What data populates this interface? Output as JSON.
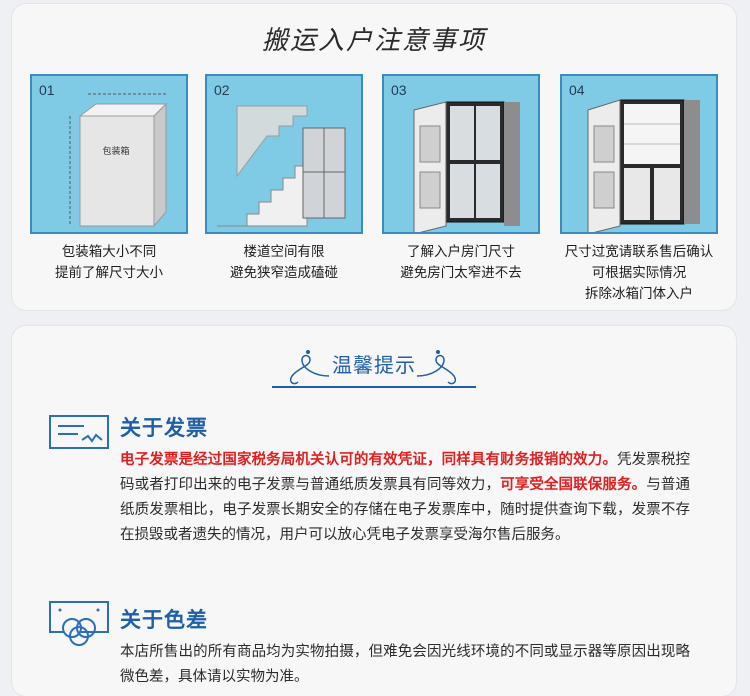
{
  "moving": {
    "title": "搬运入户注意事项",
    "steps": [
      {
        "num": "01",
        "box_label": "包装箱",
        "caption": [
          "包装箱大小不同",
          "提前了解尺寸大小"
        ]
      },
      {
        "num": "02",
        "caption": [
          "楼道空间有限",
          "避免狭窄造成磕碰"
        ]
      },
      {
        "num": "03",
        "caption": [
          "了解入户房门尺寸",
          "避免房门太窄进不去"
        ]
      },
      {
        "num": "04",
        "caption": [
          "尺寸过宽请联系售后确认",
          "可根据实际情况",
          "拆除冰箱门体入户"
        ]
      }
    ]
  },
  "tips": {
    "title": "温馨提示",
    "invoice": {
      "title": "关于发票",
      "p1_red": "电子发票是经过国家税务局机关认可的有效凭证，同样具有财务报销的效力。",
      "p1_normal": "凭发票税控码或者打印出来的电子发票与普通纸质发票具有同等效力，",
      "p1_red2": "可享受全国联保服务。",
      "p1_normal2": "与普通纸质发票相比，电子发票长期安全的存储在电子发票库中，随时提供查询下载，发票不存在损毁或者遗失的情况，用户可以放心凭电子发票享受海尔售后服务。"
    },
    "color": {
      "title": "关于色差",
      "text": "本店所售出的所有商品均为实物拍摄，但难免会因光线环境的不同或显示器等原因出现略微色差，具体请以实物为准。"
    }
  },
  "colors": {
    "accent_blue": "#1f5fa8",
    "panel_cyan": "#7fcbe6",
    "highlight_red": "#e02020"
  }
}
